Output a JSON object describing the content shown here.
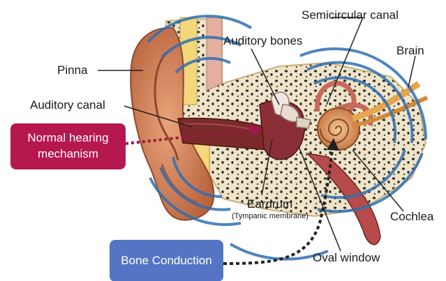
{
  "labels": {
    "pinna": "Pinna",
    "auditory_canal": "Auditory canal",
    "auditory_bones": "Auditory bones",
    "semicircular_canal": "Semicircular canal",
    "brain": "Brain",
    "eardrum": "Eardrum",
    "tympanic_membrane": "(Tympanic membrane)",
    "cochlea": "Cochlea",
    "oval_window": "Oval window"
  },
  "callouts": {
    "normal_hearing_line1": "Normal hearing",
    "normal_hearing_line2": "mechanism",
    "bone_conduction": "Bone Conduction"
  },
  "colors": {
    "normal_hearing_box": "#b5174f",
    "normal_hearing_path": "#a0184c",
    "bone_conduction_box": "#5475c3",
    "bone_conduction_path": "#222222",
    "sound_wave": "#2f6fb3",
    "skin": "#d98a5e",
    "bone": "#f3e2b3"
  }
}
